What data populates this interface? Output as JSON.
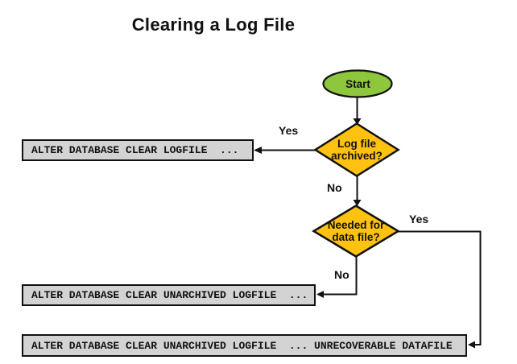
{
  "title": "Clearing a Log File",
  "colors": {
    "start_fill": "#8EC63D",
    "decision_fill": "#FFC210",
    "process_fill": "#D3D3D3",
    "shape_border": "#111111",
    "connector": "#111111"
  },
  "nodes": {
    "start": {
      "label": "Start"
    },
    "decision_log_archived": {
      "line1": "Log file",
      "line2": "archived?"
    },
    "decision_needed_for_datafile": {
      "line1": "Needed for",
      "line2": "data file?"
    },
    "process_clear_logfile": {
      "label": "ALTER DATABASE CLEAR LOGFILE  ..."
    },
    "process_clear_unarchived_logfile": {
      "label": "ALTER DATABASE CLEAR UNARCHIVED LOGFILE  ..."
    },
    "process_clear_unarchived_unrecoverable": {
      "label": "ALTER DATABASE CLEAR UNARCHIVED LOGFILE  ... UNRECOVERABLE DATAFILE"
    }
  },
  "edges": {
    "archived_yes": {
      "label": "Yes"
    },
    "archived_no": {
      "label": "No"
    },
    "needed_yes": {
      "label": "Yes"
    },
    "needed_no": {
      "label": "No"
    }
  }
}
